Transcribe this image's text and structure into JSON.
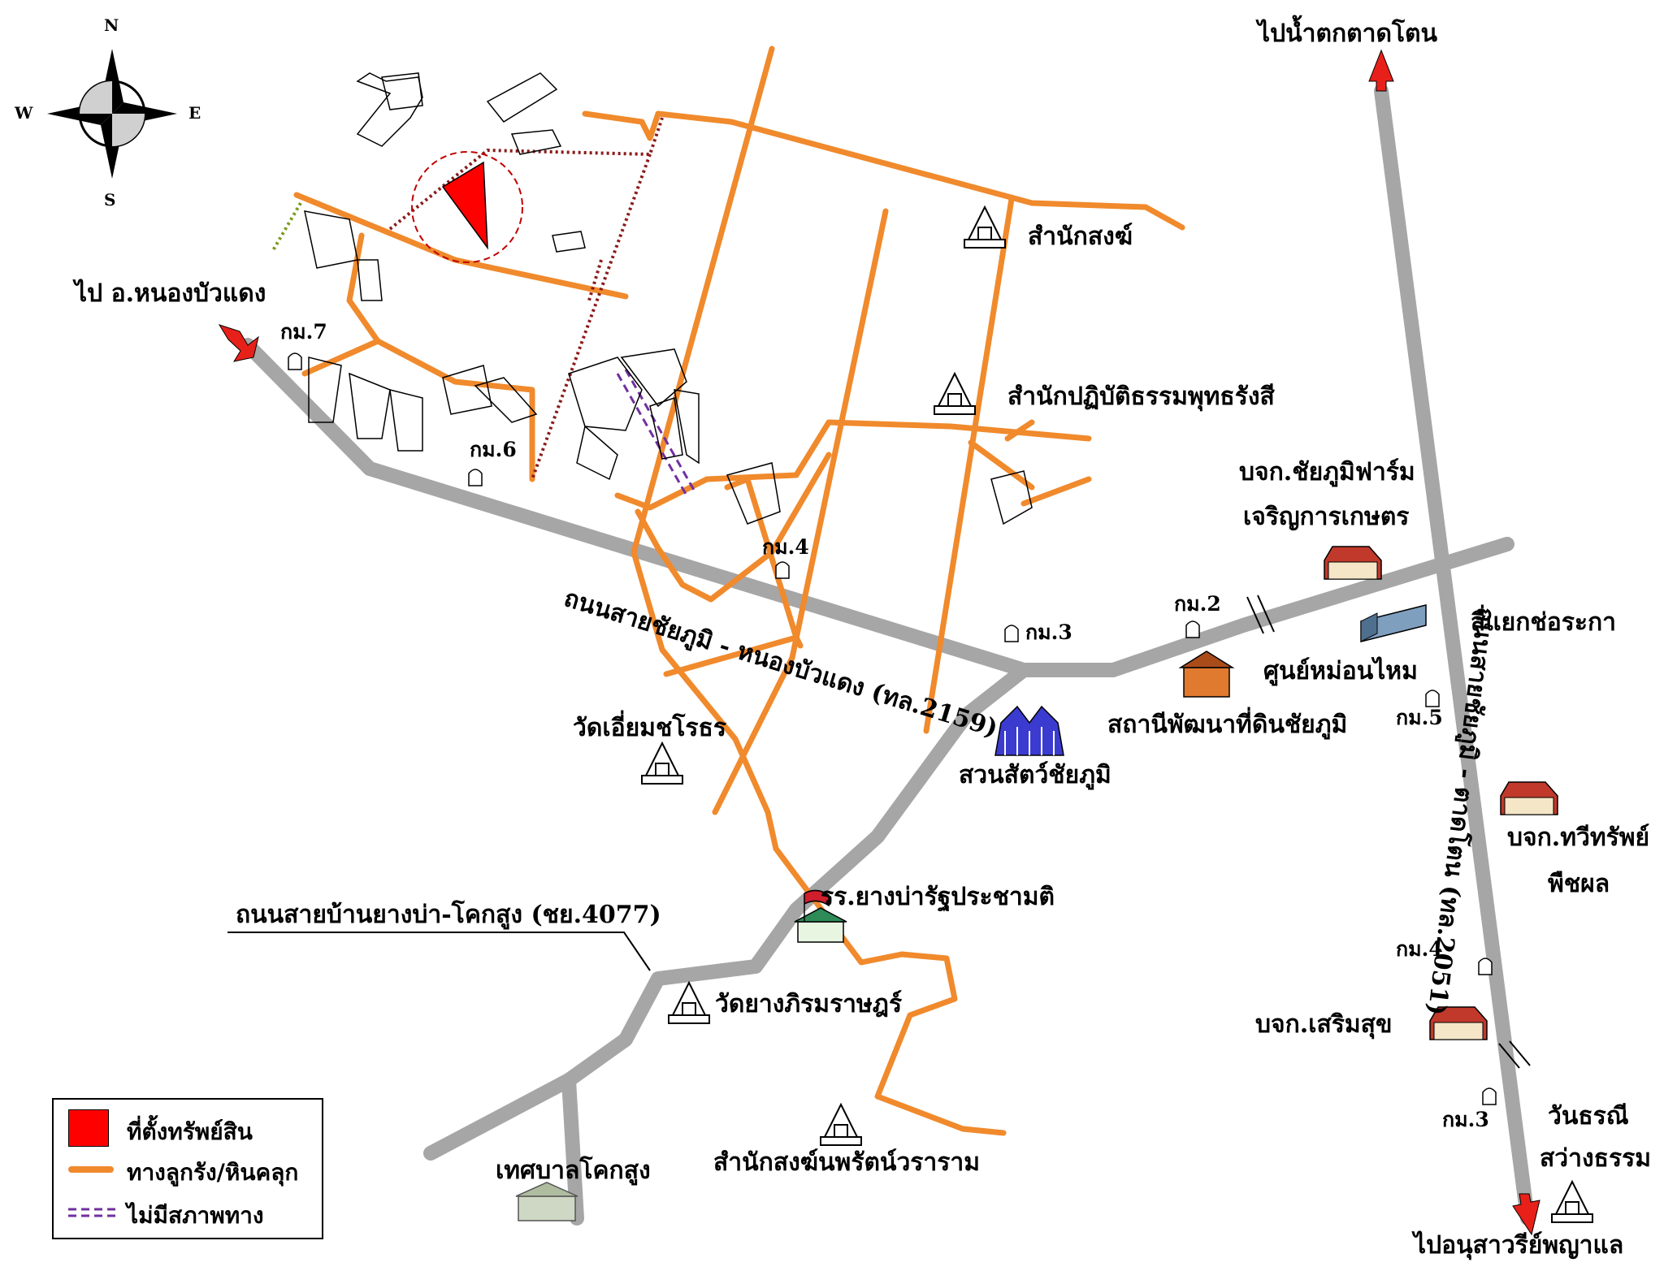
{
  "compass": {
    "n": "N",
    "s": "S",
    "e": "E",
    "w": "W"
  },
  "labels": {
    "to_nong_bua_daeng": "ไป อ.หนองบัวแดง",
    "to_tat_ton_falls": "ไปน้ำตกตาดโตน",
    "to_phaya_lae": "ไปอนุสาวรีย์พญาแล",
    "samnak_song": "สำนักสงฆ์",
    "samnak_patibat": "สำนักปฏิบัติธรรมพุทธรังสี",
    "chaiyaphum_farm_1": "บจก.ชัยภูมิฟาร์ม",
    "chaiyaphum_farm_2": "เจริญการเกษตร",
    "si_yaek": "สี่แยกช่อระกา",
    "soon_mon_mai": "ศูนย์หม่อนไหม",
    "land_dev_station": "สถานีพัฒนาที่ดินชัยภูมิ",
    "zoo": "สวนสัตว์ชัยภูมิ",
    "wat_iam": "วัดเอี่ยมชโรธร",
    "school": "รร.ยางบ่ารัฐประชามติ",
    "road_4077": "ถนนสายบ้านยางบ่า-โคกสูง (ชย.4077)",
    "wat_yang": "วัดยางภิรมราษฎร์",
    "samnak_phrat": "สำนักสงฆ์นพรัตน์วราราม",
    "khok_sung_muni": "เทศบาลโคกสูง",
    "thawi_1": "บจก.ทวีทรัพย์",
    "thawi_2": "พืชผล",
    "sermsuk": "บจก.เสริมสุข",
    "wanthani_1": "วันธรณี",
    "wanthani_2": "สว่างธรรม",
    "road_2159": "ถนนสายชัยภูมิ - หนองบัวแดง (ทล.2159)",
    "road_2051": "ถนนสายชัยภูมิ - ตาดโตน (ทล.2051)"
  },
  "km_markers": {
    "km7": "กม.7",
    "km6": "กม.6",
    "km4_main": "กม.4",
    "km3_main": "กม.3",
    "km2": "กม.2",
    "km5": "กม.5",
    "km4_east": "กม.4",
    "km3_east": "กม.3"
  },
  "legend": {
    "property": "ที่ตั้งทรัพย์สิน",
    "gravel_road": "ทางลูกรัง/หินคลุก",
    "no_road": "ไม่มีสภาพทาง"
  },
  "colors": {
    "highway": "#a6a6a6",
    "gravel_road": "#f08a2c",
    "property": "#ff0000",
    "no_road": "#7030a0",
    "arrow": "#e8201a",
    "boundary": "#8b1a1a"
  }
}
